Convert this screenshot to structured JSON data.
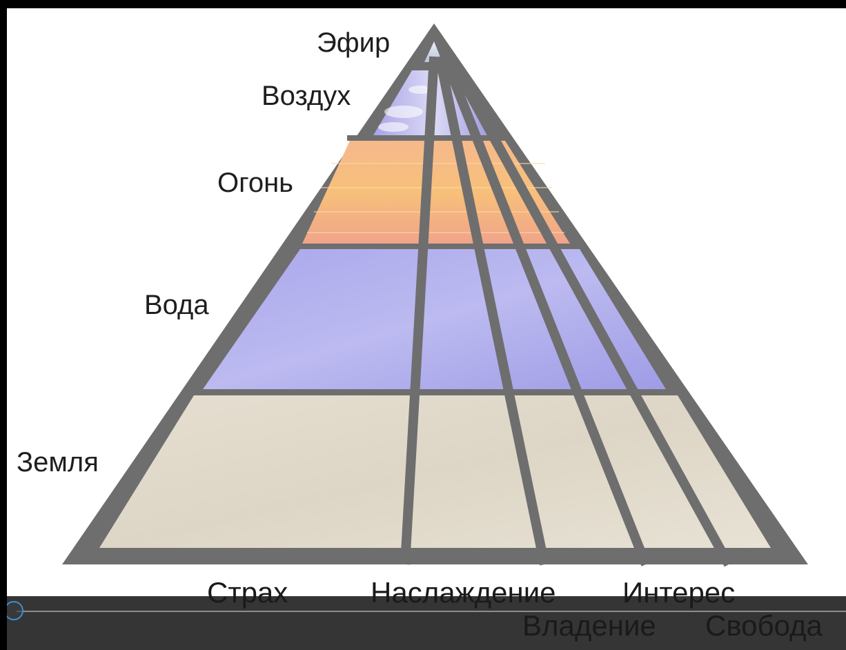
{
  "levels": {
    "ether": "Эфир",
    "air": "Воздух",
    "fire": "Огонь",
    "water": "Вода",
    "earth": "Земля"
  },
  "columns": {
    "fear": "Страх",
    "pleasure": "Наслаждение",
    "interest": "Интерес",
    "possession": "Владение",
    "freedom": "Свобода"
  },
  "colors": {
    "frame": "#6e6e6e",
    "earth": "#e3dccd",
    "water": "#a8a6ea",
    "fire": "#f4b27e",
    "air": "#b7b3ec",
    "ether": "#cfd8e6"
  }
}
